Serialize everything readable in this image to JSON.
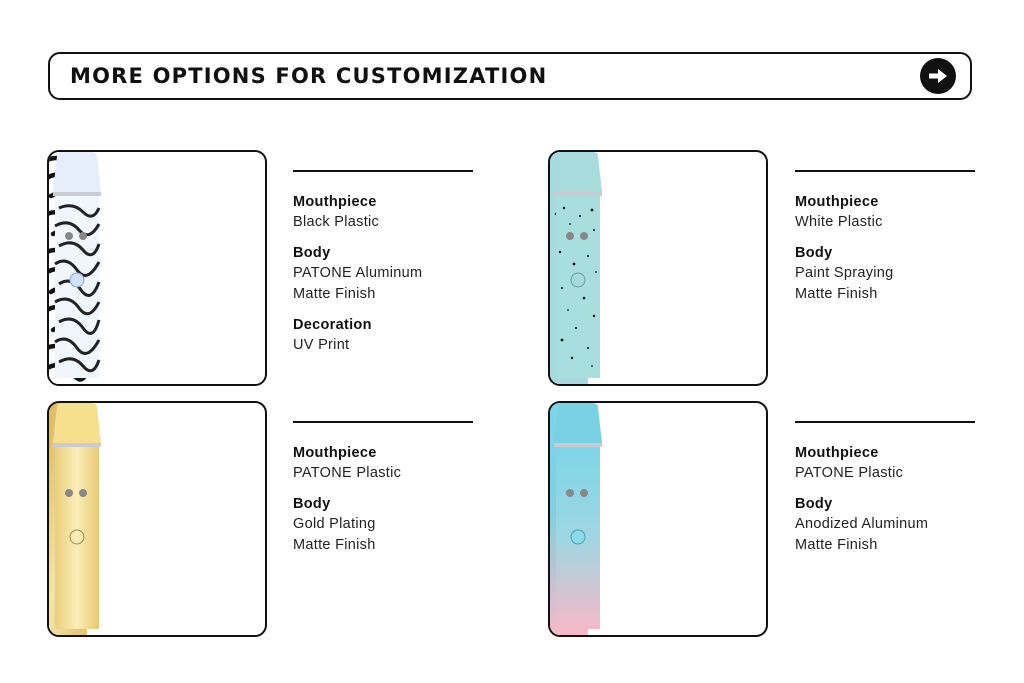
{
  "header": {
    "title": "MORE OPTIONS FOR CUSTOMIZATION",
    "button_icon": "arrow-right-icon"
  },
  "cards": [
    {
      "id": "zebra",
      "colors": {
        "mouthpiece": "#e6eefb",
        "body": "#f1f6fc",
        "button": "#cfe2f8"
      },
      "specs": [
        {
          "label": "Mouthpiece",
          "values": [
            "Black Plastic"
          ]
        },
        {
          "label": "Body",
          "values": [
            "PATONE Aluminum",
            "Matte Finish"
          ]
        },
        {
          "label": "Decoration",
          "values": [
            "UV Print"
          ]
        }
      ]
    },
    {
      "id": "speckled",
      "colors": {
        "mouthpiece": "#a8dcdc",
        "body": "#a9dede",
        "swatch": "#a7dade"
      },
      "specs": [
        {
          "label": "Mouthpiece",
          "values": [
            "White Plastic"
          ]
        },
        {
          "label": "Body",
          "values": [
            "Paint Spraying",
            "Matte Finish"
          ]
        }
      ]
    },
    {
      "id": "gold",
      "colors": {
        "mouthpiece": "#f6e08d",
        "body": "#f4df95",
        "swatch": "#e7c770"
      },
      "specs": [
        {
          "label": "Mouthpiece",
          "values": [
            "PATONE Plastic"
          ]
        },
        {
          "label": "Body",
          "values": [
            "Gold Plating",
            "Matte Finish"
          ]
        }
      ]
    },
    {
      "id": "gradient",
      "colors": {
        "mouthpiece": "#79d2e4",
        "top": "#7dd6e8",
        "bottom": "#f6b8c8"
      },
      "specs": [
        {
          "label": "Mouthpiece",
          "values": [
            "PATONE Plastic"
          ]
        },
        {
          "label": "Body",
          "values": [
            "Anodized Aluminum",
            "Matte Finish"
          ]
        }
      ]
    }
  ]
}
